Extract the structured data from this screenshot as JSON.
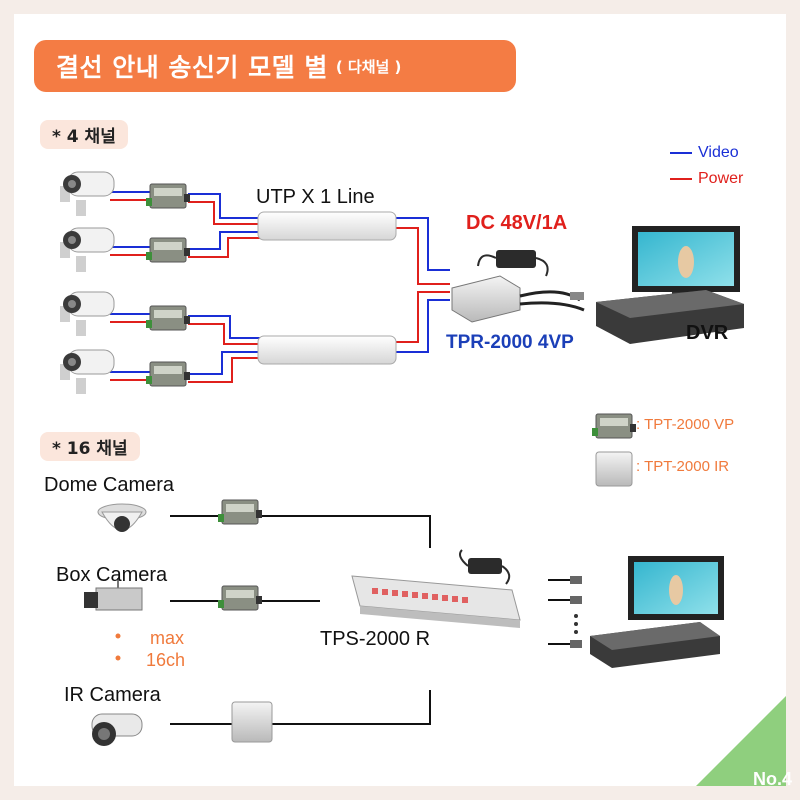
{
  "title": {
    "main": "결선 안내 송신기 모델 별",
    "sub": "( 다채널 )"
  },
  "section_4ch": "* 4 채널",
  "section_16ch": "* 16 채널",
  "legend": {
    "video": "Video",
    "power": "Power",
    "video_color": "#1a2fd6",
    "power_color": "#e0201c"
  },
  "labels": {
    "utp": "UTP X 1 Line",
    "dc": "DC 48V/1A",
    "receiver_4ch": "TPR-2000 4VP",
    "dvr": "DVR",
    "receiver_16ch": "TPS-2000 R",
    "max": "max",
    "max_ch": "16ch"
  },
  "models": [
    {
      "icon": "transmitter-vp-icon",
      "label": ": TPT-2000 VP"
    },
    {
      "icon": "transmitter-ir-icon",
      "label": ": TPT-2000 IR"
    }
  ],
  "cameras_16ch": [
    "Dome Camera",
    "Box Camera",
    "IR Camera"
  ],
  "page_number": "No.4",
  "colors": {
    "accent": "#f47c44",
    "pill_bg": "#fbe6dc",
    "receiver_label": "#1b3fb8",
    "dc_label": "#e0201c",
    "max_label": "#f07a3c",
    "corner": "#8fcf7e"
  }
}
